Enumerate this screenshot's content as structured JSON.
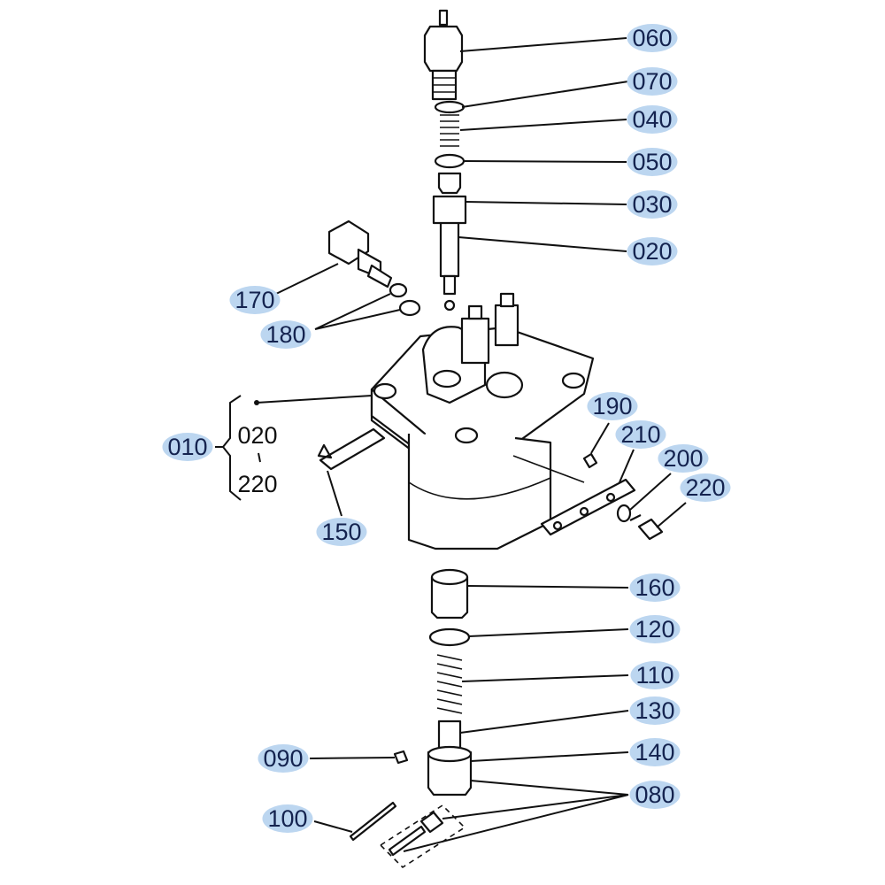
{
  "diagram": {
    "label_fill": "#bcd6f0",
    "label_text": "#14234f",
    "callouts": [
      {
        "id": "060",
        "highlighted": true
      },
      {
        "id": "070",
        "highlighted": true
      },
      {
        "id": "040",
        "highlighted": true
      },
      {
        "id": "050",
        "highlighted": true
      },
      {
        "id": "030",
        "highlighted": true
      },
      {
        "id": "020",
        "highlighted": true
      },
      {
        "id": "170",
        "highlighted": true
      },
      {
        "id": "180",
        "highlighted": true
      },
      {
        "id": "190",
        "highlighted": true
      },
      {
        "id": "210",
        "highlighted": true
      },
      {
        "id": "200",
        "highlighted": true
      },
      {
        "id": "220",
        "highlighted": true
      },
      {
        "id": "010",
        "highlighted": true
      },
      {
        "id": "150",
        "highlighted": true
      },
      {
        "id": "160",
        "highlighted": true
      },
      {
        "id": "120",
        "highlighted": true
      },
      {
        "id": "110",
        "highlighted": true
      },
      {
        "id": "130",
        "highlighted": true
      },
      {
        "id": "140",
        "highlighted": true
      },
      {
        "id": "090",
        "highlighted": true
      },
      {
        "id": "080",
        "highlighted": true
      },
      {
        "id": "100",
        "highlighted": true
      }
    ],
    "assembly_range": {
      "from": "020",
      "to": "220"
    }
  }
}
